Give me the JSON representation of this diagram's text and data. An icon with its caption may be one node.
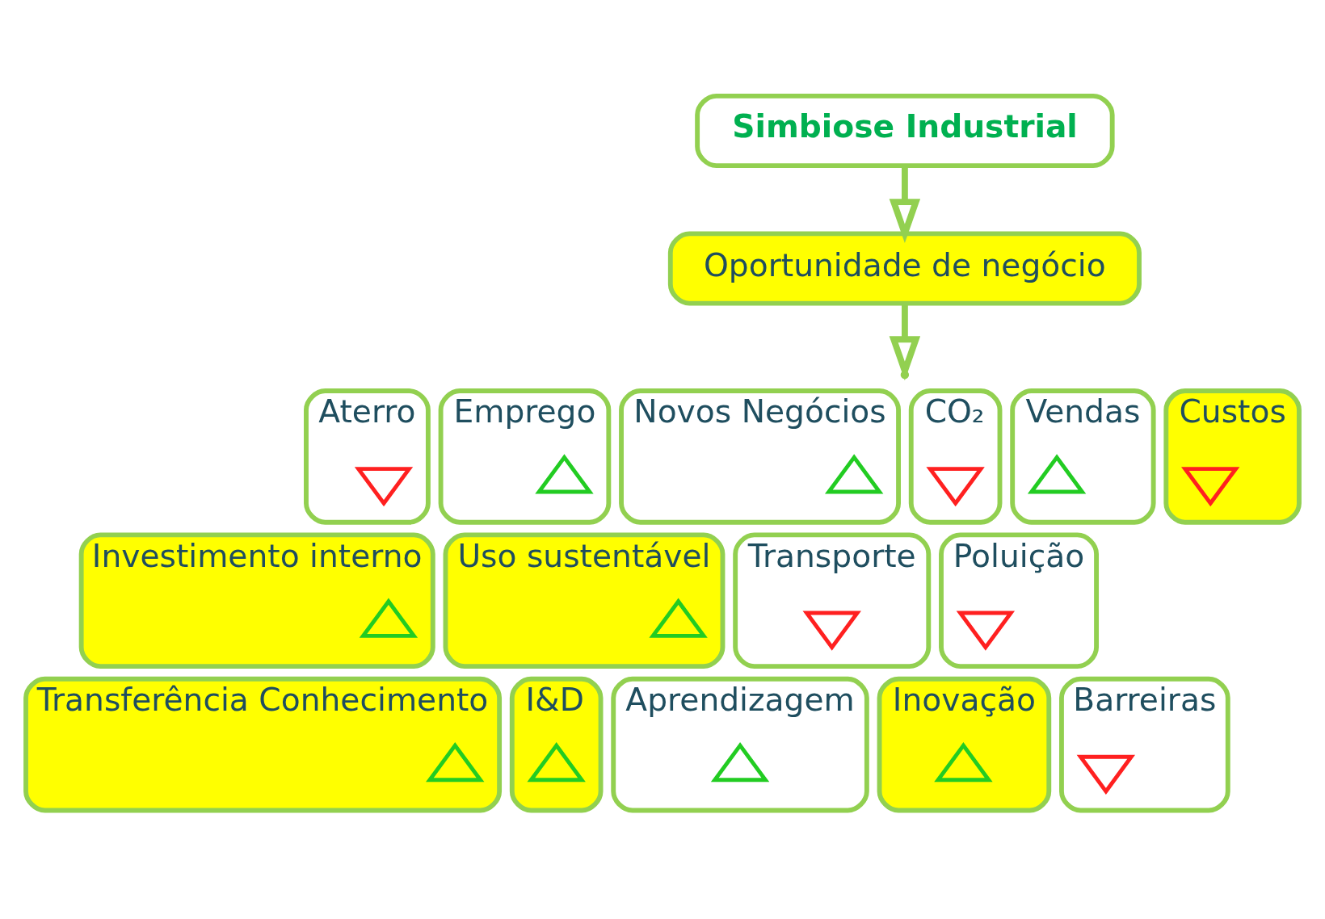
{
  "diagram": {
    "nodes": [
      {
        "text": [
          "Simbiose Industrial"
        ]
      },
      {
        "text": [
          "Oportunidade de negócio"
        ]
      },
      {
        "text": [
          "Aterro"
        ]
      },
      {
        "text": [],
        "shape": "down-arrow",
        "in": 2
      },
      {
        "text": [
          "Emprego"
        ]
      },
      {
        "text": [],
        "shape": "up-arrow",
        "in": 4
      },
      {
        "text": [
          "Novos Negócios"
        ]
      },
      {
        "text": [],
        "shape": "up-arrow",
        "in": 6
      },
      {
        "text": [
          "CO₂"
        ]
      },
      {
        "text": [],
        "shape": "down-arrow",
        "in": 8
      },
      {
        "text": [
          "Vendas"
        ]
      },
      {
        "text": [],
        "shape": "up-arrow",
        "in": 10
      },
      {
        "text": [
          "Custos"
        ]
      },
      {
        "text": [],
        "shape": "down-arrow",
        "in": 12
      },
      {
        "text": [
          "Investimento interno"
        ]
      },
      {
        "text": [],
        "shape": "up-arrow",
        "in": 14
      },
      {
        "text": [
          "Transporte"
        ]
      },
      {
        "text": [],
        "shape": "down-arrow",
        "in": 16
      },
      {
        "text": [
          "Poluição"
        ]
      },
      {
        "text": [],
        "shape": "down-arrow",
        "in": 18
      },
      {
        "text": [
          "Uso sustentável"
        ]
      },
      {
        "text": [],
        "shape": "up-arrow",
        "in": 20
      },
      {
        "text": [
          "Transferência Conhecimento"
        ]
      },
      {
        "text": [],
        "shape": "up-arrow",
        "in": 22
      },
      {
        "text": [
          "Aprendizagem"
        ]
      },
      {
        "text": [],
        "shape": "up-arrow",
        "in": 24
      },
      {
        "text": [
          "Inovação"
        ]
      },
      {
        "text": [],
        "shape": "up-arrow",
        "in": 26
      },
      {
        "text": [
          "Barreiras"
        ]
      },
      {
        "text": [],
        "shape": "down-arrow",
        "in": 28
      },
      {
        "text": [
          "I&D"
        ]
      },
      {
        "text": [],
        "shape": "up-arrow",
        "in": 30
      }
    ],
    "edges": [
      {
        "from": 0,
        "to": 1,
        "arrow": "to"
      },
      {
        "from": 1,
        "to": null,
        "arrow": "to"
      }
    ]
  }
}
